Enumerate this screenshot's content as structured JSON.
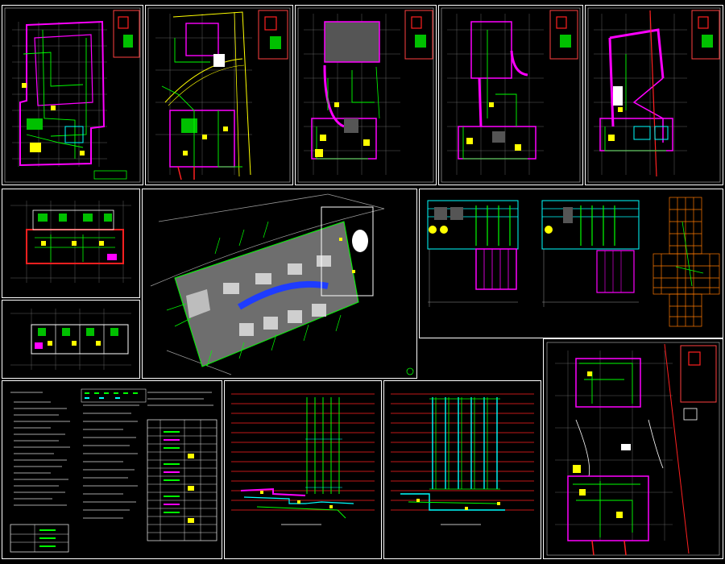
{
  "drawing_set": {
    "colors": {
      "background": "#000000",
      "frame": "#ffffff",
      "wall": "#ff00ff",
      "pipe": "#00ff00",
      "water": "#00ffff",
      "fixture": "#ffff00",
      "fire": "#ff0000",
      "site_fill": "#6e6e6e",
      "pool": "#1e3cff"
    },
    "sheets": [
      {
        "kind": "floor-plan",
        "icon": "floor-plan-icon"
      },
      {
        "kind": "floor-plan",
        "icon": "floor-plan-icon"
      },
      {
        "kind": "floor-plan",
        "icon": "floor-plan-icon"
      },
      {
        "kind": "floor-plan",
        "icon": "floor-plan-icon"
      },
      {
        "kind": "floor-plan",
        "icon": "floor-plan-icon"
      },
      {
        "kind": "strip-plan",
        "icon": "floor-plan-icon"
      },
      {
        "kind": "strip-plan",
        "icon": "floor-plan-icon"
      },
      {
        "kind": "site-plan",
        "icon": "site-plan-icon"
      },
      {
        "kind": "pump-room-plan",
        "icon": "pump-room-icon"
      },
      {
        "kind": "pump-room-plan",
        "icon": "pump-room-icon"
      },
      {
        "kind": "grid-detail",
        "icon": "grid-icon"
      },
      {
        "kind": "notes-and-legend",
        "icon": "text-table-icon"
      },
      {
        "kind": "riser-diagram",
        "icon": "riser-icon"
      },
      {
        "kind": "riser-diagram",
        "icon": "riser-icon"
      },
      {
        "kind": "floor-plan",
        "icon": "floor-plan-icon"
      }
    ]
  }
}
